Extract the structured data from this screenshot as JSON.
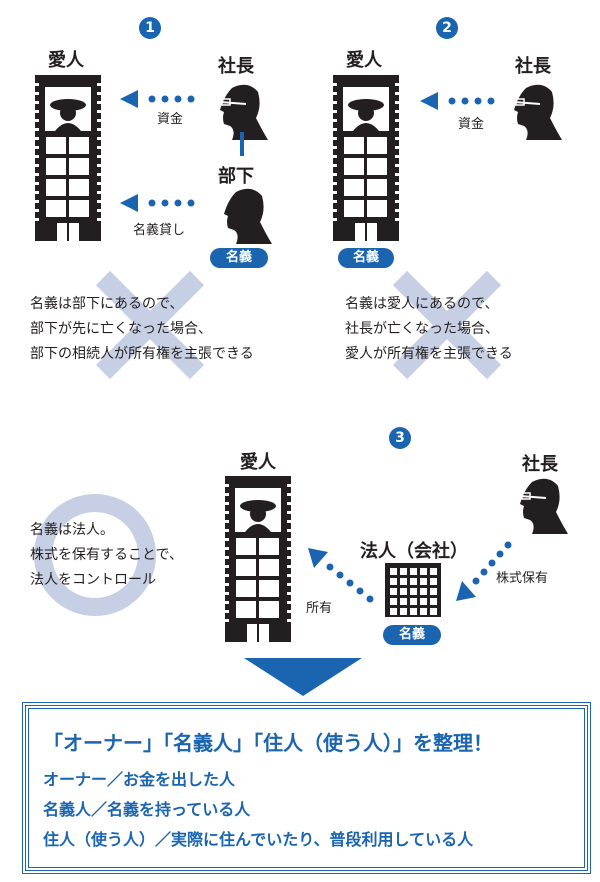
{
  "colors": {
    "accent": "#1a64b0",
    "cross": "#c6cfe3"
  },
  "panel1": {
    "number": "1",
    "mistress": "愛人",
    "president": "社長",
    "subordinate": "部下",
    "arrow_funds": "資金",
    "arrow_lend": "名義貸し",
    "badge": "名義",
    "note": [
      "名義は部下にあるので、",
      "部下が先に亡くなった場合、",
      "部下の相続人が所有権を主張できる"
    ]
  },
  "panel2": {
    "number": "2",
    "mistress": "愛人",
    "president": "社長",
    "arrow_funds": "資金",
    "badge": "名義",
    "note": [
      "名義は愛人にあるので、",
      "社長が亡くなった場合、",
      "愛人が所有権を主張できる"
    ]
  },
  "panel3": {
    "number": "3",
    "mistress": "愛人",
    "president": "社長",
    "corporation": "法人（会社）",
    "badge": "名義",
    "arrow_own": "所有",
    "arrow_shares": "株式保有",
    "note": [
      "名義は法人。",
      "株式を保有することで、",
      "法人をコントロール"
    ]
  },
  "summary": {
    "title": "「オーナー」「名義人」「住人（使う人）」を整理！",
    "lines": [
      "オーナー／お金を出した人",
      "名義人／名義を持っている人",
      "住人（使う人）／実際に住んでいたり、普段利用している人"
    ]
  }
}
